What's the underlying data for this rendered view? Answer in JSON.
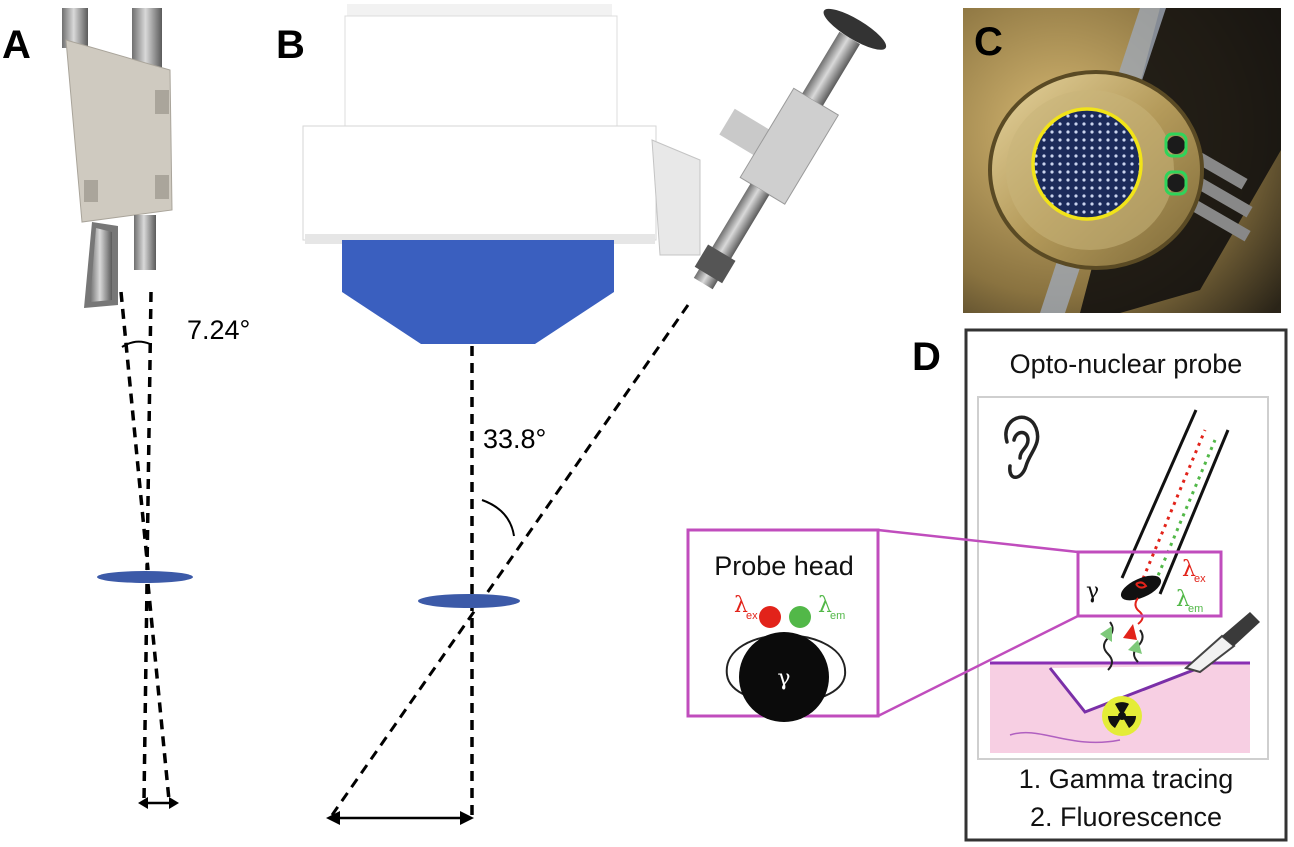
{
  "panels": {
    "a": {
      "label": "A",
      "angle": "7.24°"
    },
    "b": {
      "label": "B",
      "angle": "33.8°"
    },
    "c": {
      "label": "C"
    },
    "d": {
      "label": "D",
      "title": "Opto-nuclear probe",
      "probe_head_title": "Probe head",
      "lambda": "λ",
      "ex_sub": "ex",
      "em_sub": "em",
      "gamma": "γ",
      "list_item_1": "1. Gamma tracing",
      "list_item_2": "2. Fluorescence"
    }
  },
  "colors": {
    "collimator_blue": "#3a5fbf",
    "focal_disc": "#3c5aa8",
    "magenta_box": "#c04dbd",
    "excitation_red": "#e2231a",
    "emission_green": "#52b848",
    "tissue_pink": "#f7cfe3",
    "c_yellow_ring": "#f2e418",
    "c_green_ring": "#2fd45a"
  },
  "icons": [
    "ear-icon",
    "scalpel-icon",
    "radiation-trefoil-icon",
    "probe-tip-icon"
  ]
}
